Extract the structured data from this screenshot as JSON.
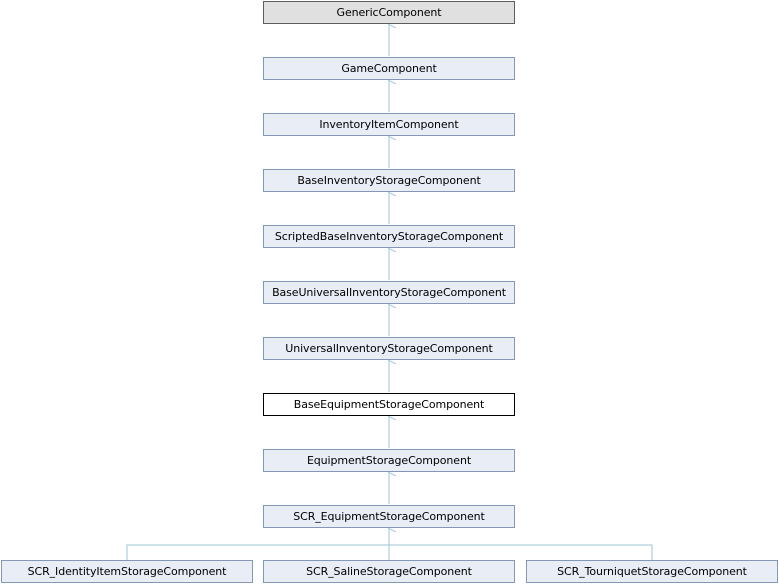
{
  "diagram": {
    "nodes": {
      "generic": "GenericComponent",
      "game": "GameComponent",
      "inventory_item": "InventoryItemComponent",
      "base_inventory_storage": "BaseInventoryStorageComponent",
      "scripted_base_inventory_storage": "ScriptedBaseInventoryStorageComponent",
      "base_universal_inventory_storage": "BaseUniversalInventoryStorageComponent",
      "universal_inventory_storage": "UniversalInventoryStorageComponent",
      "base_equipment_storage": "BaseEquipmentStorageComponent",
      "equipment_storage": "EquipmentStorageComponent",
      "scr_equipment_storage": "SCR_EquipmentStorageComponent",
      "scr_identity_item_storage": "SCR_IdentityItemStorageComponent",
      "scr_saline_storage": "SCR_SalineStorageComponent",
      "scr_tourniquet_storage": "SCR_TourniquetStorageComponent"
    },
    "colors": {
      "edge": "#9fc6d8",
      "node_fill": "#e9edf6",
      "node_border": "#8497b8",
      "root_fill": "#e0e0e0",
      "current_fill": "#ffffff"
    }
  }
}
